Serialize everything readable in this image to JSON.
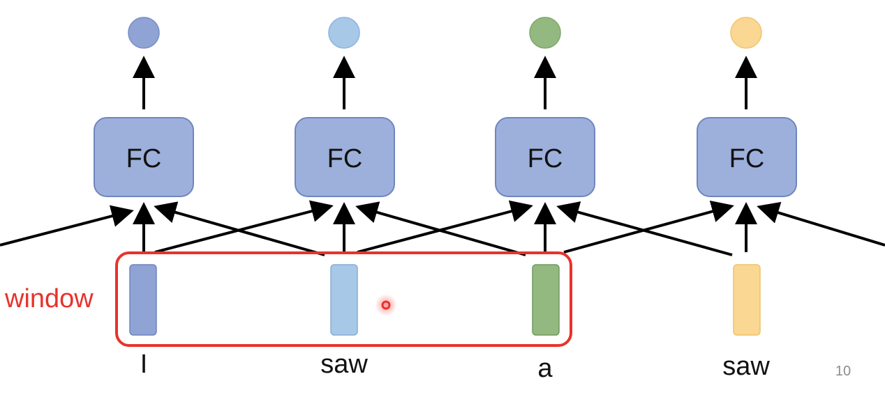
{
  "fc_label": "FC",
  "words": [
    "I",
    "saw",
    "a",
    "saw"
  ],
  "window_label": "window",
  "page_number": "10",
  "colors": {
    "token_1": "#8fa3d4",
    "token_2": "#a8c8e8",
    "token_3": "#93b981",
    "token_4": "#fad793",
    "window": "#e8322c",
    "fc_fill": "#9db0dc"
  }
}
